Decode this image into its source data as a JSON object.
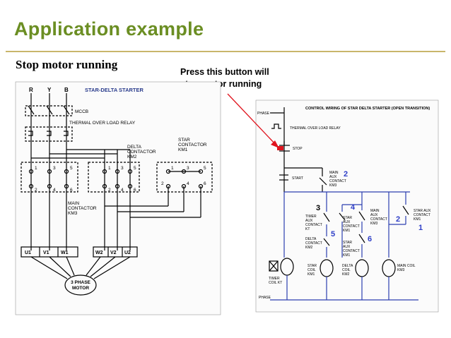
{
  "slide": {
    "title": "Application example",
    "subtitle": "Stop motor running",
    "callout_line1": "Press this button will",
    "callout_line2": "stop motor running"
  },
  "left_diagram": {
    "phase_r": "R",
    "phase_y": "Y",
    "phase_b": "B",
    "title": "STAR-DELTA STARTER",
    "mccb": "MCCB",
    "overload": "THERMAL OVER LOAD RELAY",
    "delta_1": "DELTA",
    "delta_2": "CONTACTOR",
    "delta_3": "KM2",
    "star_1": "STAR",
    "star_2": "CONTACTOR",
    "star_3": "KM1",
    "main_1": "MAIN",
    "main_2": "CONTACTOR",
    "main_3": "KM3",
    "motor_1": "3 PHASE",
    "motor_2": "MOTOR",
    "t_u1": "U1",
    "t_v1": "V1",
    "t_w1": "W1",
    "t_w2": "W2",
    "t_v2": "V2",
    "t_u2": "U2",
    "n1": "1",
    "n3": "3",
    "n5": "5",
    "n2": "2",
    "n4": "4",
    "n6": "6"
  },
  "right_diagram": {
    "title": "CONTROL WIRING OF STAR DELTA STARTER (OPEN TRANSITION)",
    "phase": "PHASE",
    "overload": "THERMAL OVER LOAD RELAY",
    "stop": "STOP",
    "start": "START",
    "main_aux_1": "MAIN",
    "main_aux_2": "AUX",
    "main_aux_3": "CONTACT",
    "main_aux_4": "KM3",
    "timer_aux_1": "TIMER",
    "timer_aux_2": "AUX",
    "timer_aux_3": "CONTACT",
    "timer_aux_4": "KT",
    "star_aux_1": "STAR",
    "star_aux_2": "AUX",
    "star_aux_3": "CONTACT",
    "star_aux_4": "KM1",
    "main_aux2_1": "MAIN",
    "main_aux2_2": "AUX",
    "main_aux2_3": "CONTACT",
    "main_aux2_4": "KM3",
    "delta_aux_1": "DELTA",
    "delta_aux_2": "CONTACT",
    "delta_aux_3": "KM2",
    "star_aux5_1": "STAR",
    "star_aux5_2": "AUX",
    "star_aux5_3": "CONTACT",
    "star_aux5_4": "KM1",
    "star_aux_right_1": "STAR AUX",
    "star_aux_right_2": "CONTACT",
    "star_aux_right_3": "KM1",
    "timer_coil_1": "TIMER",
    "timer_coil_2": "COIL KT",
    "star_coil_1": "STAR",
    "star_coil_2": "COIL",
    "star_coil_3": "KM1",
    "delta_coil_1": "DELTA",
    "delta_coil_2": "COIL",
    "delta_coil_3": "KM2",
    "main_coil_1": "MAIN COIL",
    "main_coil_2": "KM3",
    "neutral": "PHASE",
    "step_1": "1",
    "step_2": "2",
    "step_3": "3",
    "step_4": "4",
    "step_5": "5",
    "step_6": "6",
    "step_2b": "2"
  },
  "colors": {
    "title": "#6b8e23",
    "rule": "#c9b66b",
    "wire_blue": "#2c3fb0",
    "arrow": "#e0141e",
    "step_blue": "#3040c8"
  }
}
